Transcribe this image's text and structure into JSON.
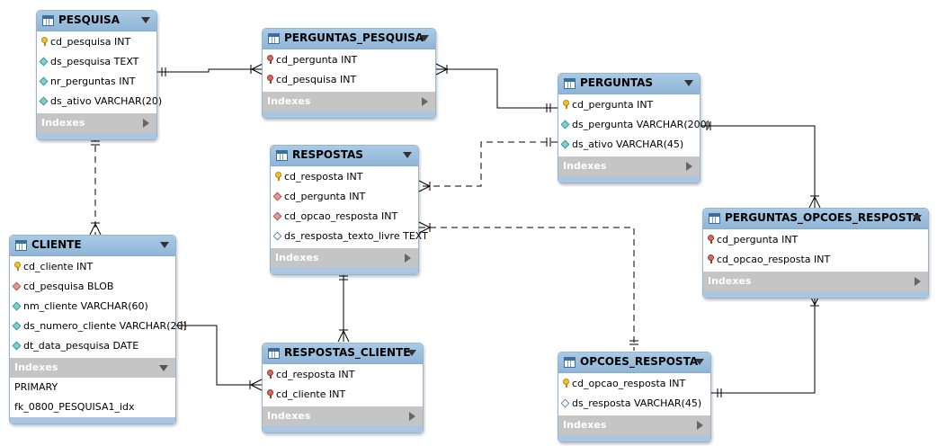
{
  "tables": {
    "pesquisa": {
      "title": "PESQUISA",
      "indexes": "Indexes",
      "cols": [
        "cd_pesquisa INT",
        "ds_pesquisa TEXT",
        "nr_perguntas INT",
        "ds_ativo VARCHAR(20)"
      ]
    },
    "perguntas_pesquisa": {
      "title": "PERGUNTAS_PESQUISA",
      "indexes": "Indexes",
      "cols": [
        "cd_pergunta INT",
        "cd_pesquisa INT"
      ]
    },
    "perguntas": {
      "title": "PERGUNTAS",
      "indexes": "Indexes",
      "cols": [
        "cd_pergunta INT",
        "ds_pergunta VARCHAR(200)",
        "ds_ativo VARCHAR(45)"
      ]
    },
    "respostas": {
      "title": "RESPOSTAS",
      "indexes": "Indexes",
      "cols": [
        "cd_resposta INT",
        "cd_pergunta INT",
        "cd_opcao_resposta INT",
        "ds_resposta_texto_livre TEXT"
      ]
    },
    "cliente": {
      "title": "CLIENTE",
      "indexes": "Indexes",
      "cols": [
        "cd_cliente INT",
        "cd_pesquisa BLOB",
        "nm_cliente VARCHAR(60)",
        "ds_numero_cliente VARCHAR(20)",
        "dt_data_pesquisa DATE"
      ],
      "index_list": [
        "PRIMARY",
        "fk_0800_PESQUISA1_idx"
      ]
    },
    "respostas_cliente": {
      "title": "RESPOSTAS_CLIENTE",
      "indexes": "Indexes",
      "cols": [
        "cd_resposta INT",
        "cd_cliente INT"
      ]
    },
    "perguntas_opcoes_resposta": {
      "title": "PERGUNTAS_OPCOES_RESPOSTA",
      "indexes": "Indexes",
      "cols": [
        "cd_pergunta INT",
        "cd_opcao_resposta INT"
      ]
    },
    "opcoes_resposta": {
      "title": "OPCOES_RESPOSTA",
      "indexes": "Indexes",
      "cols": [
        "cd_opcao_resposta INT",
        "ds_resposta VARCHAR(45)"
      ]
    }
  },
  "colors": {
    "header": "#9dc1e0",
    "indexes_bar": "#c5c5c5",
    "line": "#000000"
  },
  "icons": [
    "table-icon",
    "primary-key-icon",
    "foreign-key-icon",
    "column-diamond-icon",
    "collapse-arrow-icon"
  ]
}
